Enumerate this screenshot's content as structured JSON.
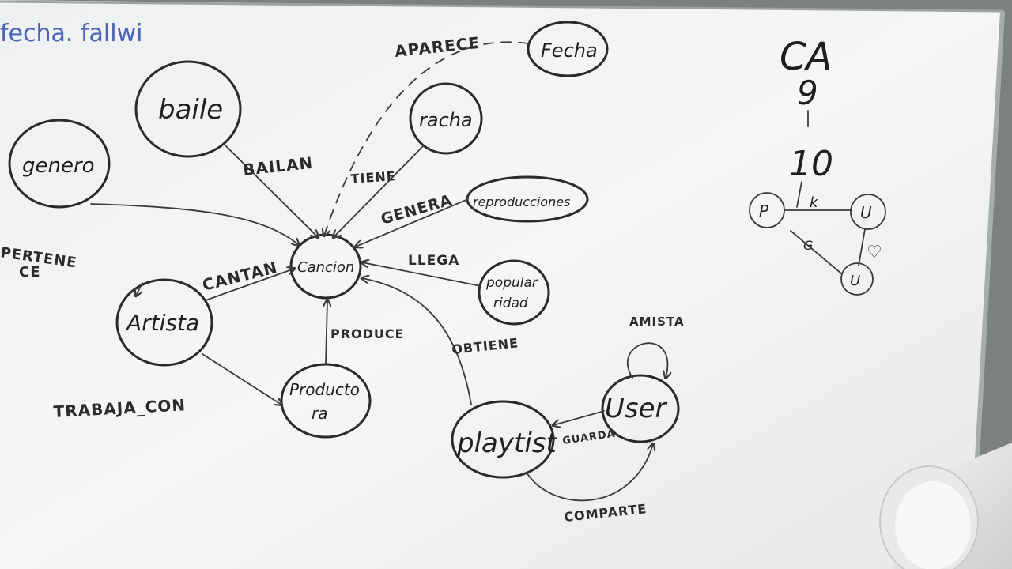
{
  "scene": {
    "top_left_scribble": "fecha. fallwi",
    "nodes": {
      "baile": "baile",
      "genero": "genero",
      "racha": "racha",
      "fecha": "Fecha",
      "reproducciones": "reproducciones",
      "cancion": "Cancion",
      "artista": "Artista",
      "popularidad_1": "popular",
      "popularidad_2": "ridad",
      "productora_1": "Producto",
      "productora_2": "ra",
      "playlist": "playtist",
      "user": "User"
    },
    "edges": {
      "aparece": "APARECE",
      "bailan": "BAILAN",
      "tiene": "TIENE",
      "genera": "GENERA",
      "pertenece_1": "PERTENE",
      "pertenece_2": "CE",
      "cantan": "CANTAN",
      "llega": "LLEGA",
      "produce": "PRODUCE",
      "obtiene": "OBTIENE",
      "trabaja_con": "TRABAJA_CON",
      "amista": "AMISTA",
      "guarda": "GUARDA",
      "comparte": "COMPARTE"
    },
    "side_diagram": {
      "ca": "CA",
      "nine": "9",
      "ten": "10",
      "k": "k",
      "p": "P",
      "u1": "U",
      "u2": "U",
      "g": "G",
      "heart": "♡"
    }
  }
}
